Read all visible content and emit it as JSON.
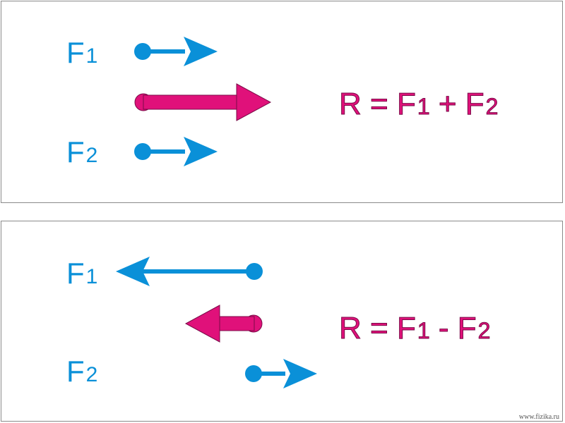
{
  "colors": {
    "force": "#0a90d8",
    "resultant": "#e0117a",
    "resultant_outline": "#7a0b48"
  },
  "panels": [
    {
      "label_f1": "F",
      "label_f1_sub": "1",
      "label_f2": "F",
      "label_f2_sub": "2",
      "formula": {
        "lhs": "R",
        "eq": " = ",
        "t1": "F",
        "t1_sub": "1",
        "op": " + ",
        "t2": "F",
        "t2_sub": "2"
      }
    },
    {
      "label_f1": "F",
      "label_f1_sub": "1",
      "label_f2": "F",
      "label_f2_sub": "2",
      "formula": {
        "lhs": "R",
        "eq": " = ",
        "t1": "F",
        "t1_sub": "1",
        "op": " - ",
        "t2": "F",
        "t2_sub": "2"
      }
    }
  ],
  "credit": "www.fizika.ru"
}
